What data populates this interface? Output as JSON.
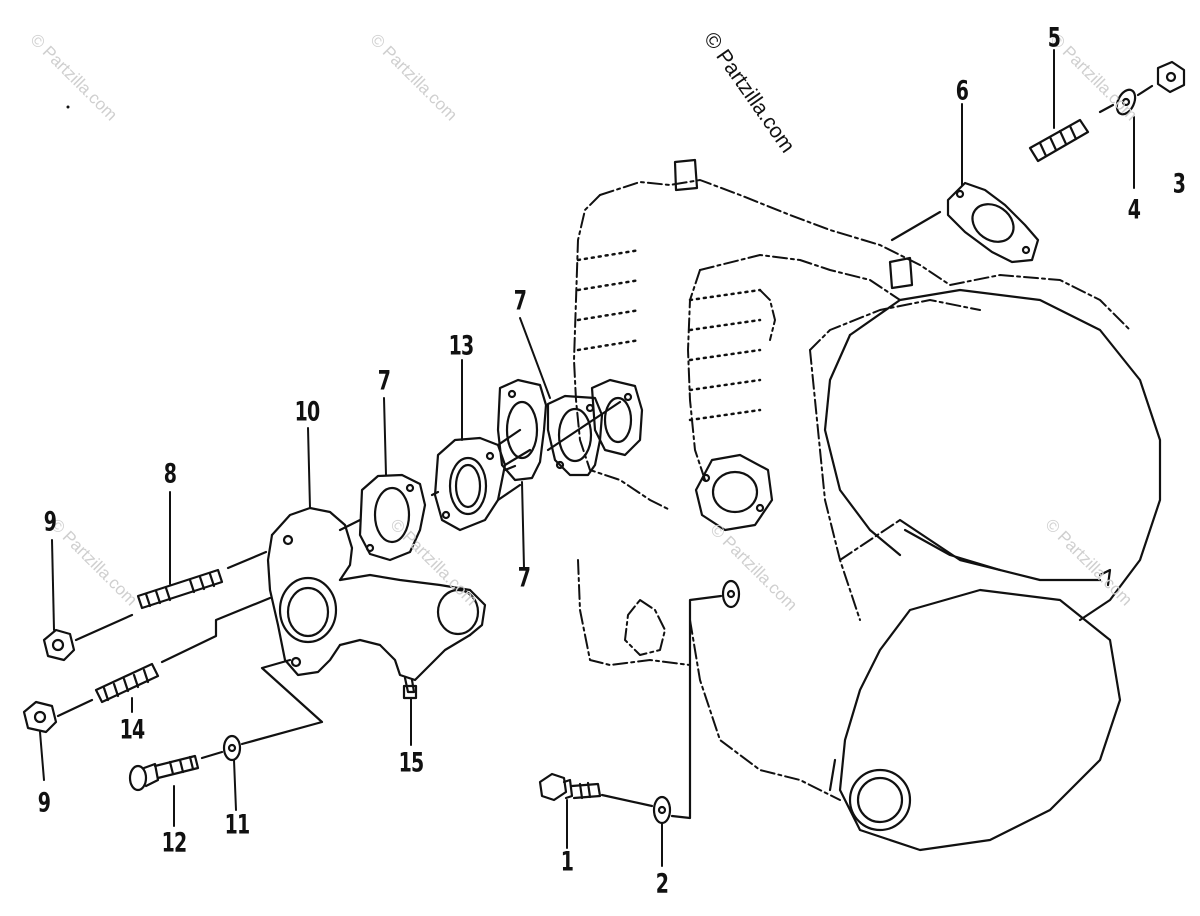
{
  "watermark": {
    "text": "© Partzilla.com"
  },
  "callouts": {
    "c1": "1",
    "c2": "2",
    "c3": "3",
    "c4": "4",
    "c5": "5",
    "c6": "6",
    "c7a": "7",
    "c7b": "7",
    "c7c": "7",
    "c8": "8",
    "c9a": "9",
    "c9b": "9",
    "c10": "10",
    "c11": "11",
    "c12": "12",
    "c13": "13",
    "c14": "14",
    "c15": "15"
  },
  "colors": {
    "ink": "#111111",
    "watermark": "#cfcfcf",
    "paper": "#ffffff"
  }
}
